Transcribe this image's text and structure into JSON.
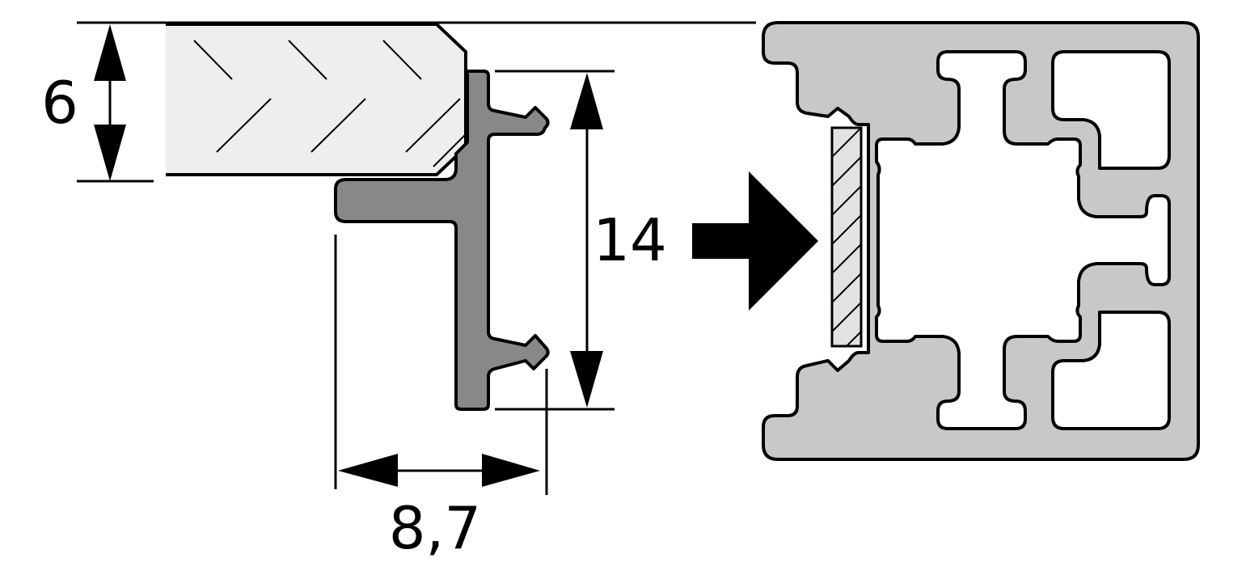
{
  "dimensions": {
    "panel_thickness": "6",
    "profile_height": "14",
    "profile_depth": "8,7"
  },
  "colors": {
    "line": "#000000",
    "glass_panel": "#eeeeee",
    "seal_profile": "#888888",
    "aluminium_profile": "#c8c8c8",
    "hatched_insert": "#e2e2e2",
    "background": "#ffffff"
  },
  "icons": {
    "insertion_arrow": "arrow-right-icon"
  }
}
